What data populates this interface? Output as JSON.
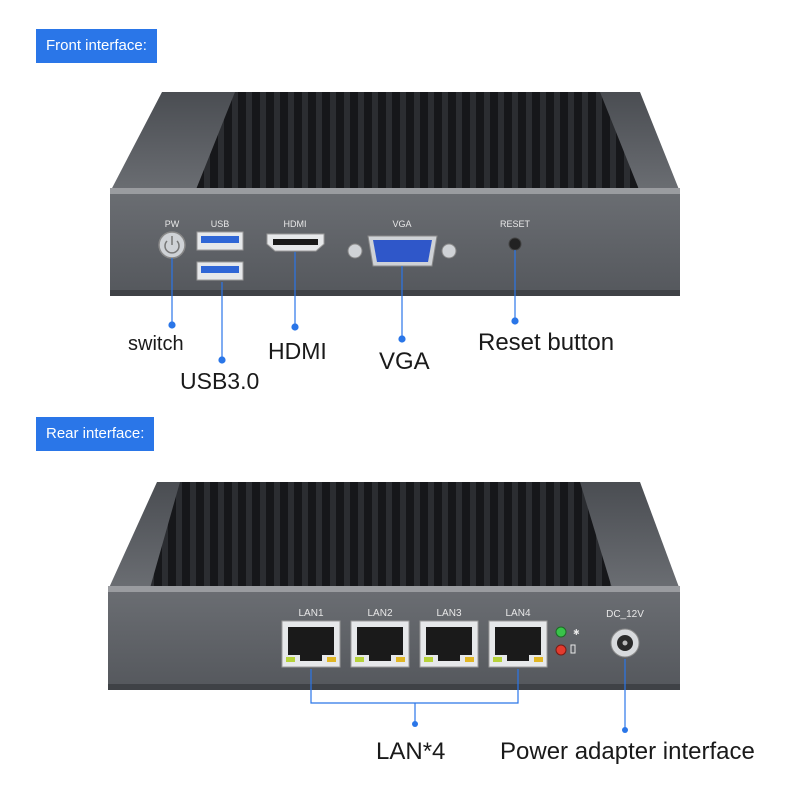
{
  "front": {
    "section_label": "Front interface:",
    "port_labels": {
      "pw": "PW",
      "usb": "USB",
      "hdmi": "HDMI",
      "vga": "VGA",
      "reset": "RESET"
    },
    "callouts": {
      "switch": "switch",
      "usb": "USB3.0",
      "hdmi": "HDMI",
      "vga": "VGA",
      "reset": "Reset button"
    }
  },
  "rear": {
    "section_label": "Rear interface:",
    "port_labels": {
      "lan1": "LAN1",
      "lan2": "LAN2",
      "lan3": "LAN3",
      "lan4": "LAN4",
      "dc": "DC_12V"
    },
    "callouts": {
      "lan": "LAN*4",
      "power": "Power adapter interface"
    }
  },
  "colors": {
    "accent": "#2a76e8",
    "chassis": "#5e6166",
    "vga_port": "#2f57c9",
    "led_green": "#39c24a",
    "led_red": "#e23b2e"
  }
}
